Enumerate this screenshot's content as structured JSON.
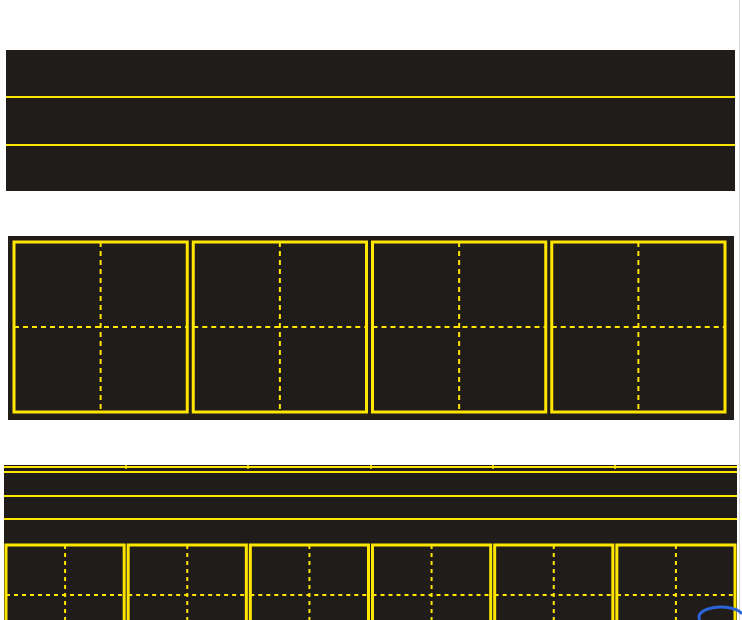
{
  "colors": {
    "page_background": "#ffffff",
    "board_color": "#201c19",
    "line_color": "#ffe600"
  },
  "icons": {
    "corner_mark": "blue-arc-icon"
  },
  "panels": {
    "writing_lines": {
      "ruled_lines": 2
    },
    "tian_grid": {
      "boxes": 4,
      "guide_style": "dashed cross"
    },
    "pinyin_tian_combo": {
      "pinyin_rows": 3,
      "boxes": 6,
      "guide_style": "dashed cross"
    }
  }
}
